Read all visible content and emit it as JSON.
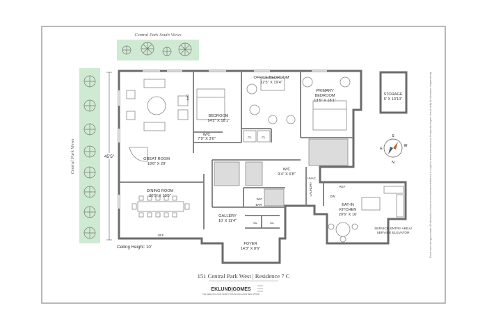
{
  "views": {
    "south": "Central Park South Views",
    "west": "Central Park Views"
  },
  "rooms": {
    "great_room": {
      "name": "GREAT ROOM",
      "dims": "18'6\" X 29'"
    },
    "bedroom": {
      "name": "BEDROOM",
      "dims": "14'2\" X 18'1\""
    },
    "office": {
      "name": "OFFICE/BEDROOM",
      "dims": "12'5\" X 19'4\""
    },
    "primary": {
      "name_line1": "PRIMARY",
      "name_line2": "BEDROOM",
      "dims": "13'5\" X 18'1\""
    },
    "storage": {
      "name": "STORAGE",
      "dims": "5' X 10'10\""
    },
    "wic_small": {
      "name": "W/C",
      "dims": "7'9\" X 3'6\""
    },
    "wic_primary": {
      "name": "W/C",
      "dims": "9'4\" X 6'8\""
    },
    "dining": {
      "name": "DINING ROOM",
      "dims": "20'9\" X 10'5\""
    },
    "kitchen": {
      "name_line1": "EAT-IN",
      "name_line2": "KITCHEN",
      "dims": "20'6\" X 16'"
    },
    "gallery": {
      "name": "GALLERY",
      "dims": "10' X 11'4\""
    },
    "foyer": {
      "name": "FOYER",
      "dims": "14'3\" X 8'6\""
    },
    "service": {
      "line1": "SERVICE ENTRY AREA/",
      "line2": "SERVICE ELEVATOR"
    }
  },
  "labels": {
    "cl": "CL",
    "w_c": "W/C",
    "bar": "BAR",
    "hvac": "HVAC",
    "laundry": "LAUNDRY",
    "off": "OFF",
    "dw": "DW",
    "ref": "REF",
    "dim_height": "45'5\"",
    "ceiling": "Ceiling Height: 10'"
  },
  "compass": {
    "n": "N",
    "s": "S",
    "e": "E",
    "w": "W"
  },
  "footer": {
    "title": "151 Central Park West | Residence 7 C",
    "brand": "EKLUND|GOMES",
    "tagline": "THE NEW EXCLUSIVE TEAM AT DOUGLAS ELLIMAN REAL ESTATE"
  },
  "disclaimer": "Room sizes are approximate. All information is from sources deemed reliable but is subject to errors and omissions. Prospective buyers should verify all information independently."
}
